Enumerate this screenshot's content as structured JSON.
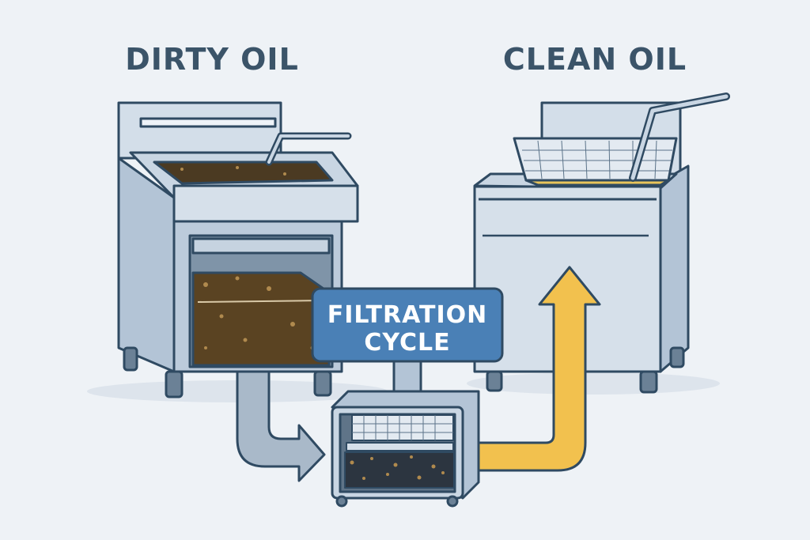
{
  "labels": {
    "dirty": "DIRTY OIL",
    "clean": "CLEAN OIL",
    "sign_line1": "FILTRATION",
    "sign_line2": "CYCLE"
  },
  "colors": {
    "background": "#eef2f6",
    "outline": "#2f4a62",
    "steel": "#c9d6e3",
    "steel_dark": "#9fb4c8",
    "sign": "#4a80b6",
    "dirty_oil": "#5a4322",
    "clean_oil": "#e8c45a",
    "return_arrow": "#f2c14e",
    "drain_arrow": "#a9b9c9"
  }
}
